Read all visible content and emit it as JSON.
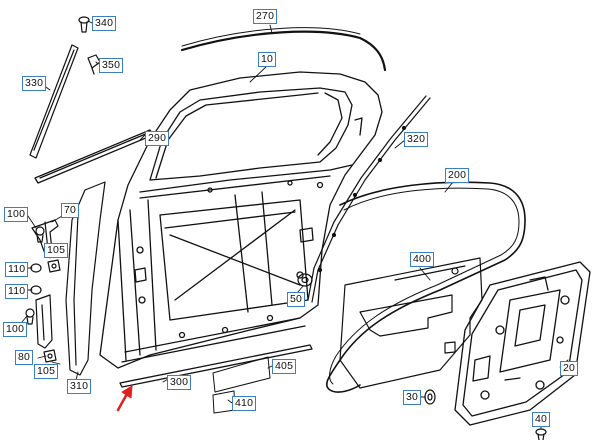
{
  "callouts": {
    "c340": "340",
    "c350": "350",
    "c270": "270",
    "c10": "10",
    "c330": "330",
    "c290": "290",
    "c320": "320",
    "c200": "200",
    "c100a": "100",
    "c70": "70",
    "c105a": "105",
    "c110a": "110",
    "c110b": "110",
    "c100b": "100",
    "c80": "80",
    "c105b": "105",
    "c310": "310",
    "c300": "300",
    "c405": "405",
    "c410": "410",
    "c400": "400",
    "c50": "50",
    "c30": "30",
    "c20": "20",
    "c40": "40"
  },
  "colors": {
    "callout_border": "#3b7fc0",
    "line": "#111111",
    "arrow": "#e0201b"
  }
}
